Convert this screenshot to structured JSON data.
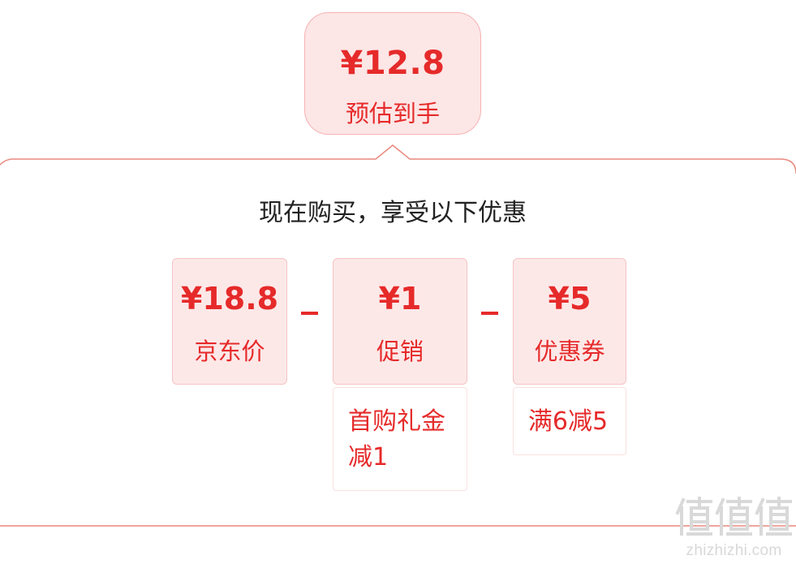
{
  "estimate": {
    "amount": "¥12.8",
    "label": "预估到手"
  },
  "headline": "现在购买，享受以下优惠",
  "breakdown": [
    {
      "amount": "¥18.8",
      "label": "京东价"
    },
    {
      "amount": "¥1",
      "label": "促销",
      "detail": "首购礼金减1"
    },
    {
      "amount": "¥5",
      "label": "优惠券",
      "detail": "满6减5"
    }
  ],
  "operators": [
    "–",
    "–"
  ],
  "watermark": {
    "logo_text": "值值值",
    "site": "zhizhizhi.com"
  },
  "colors": {
    "accent": "#e62a2a",
    "box_fill": "#fde8e8",
    "box_border": "#f6c4c4",
    "outline": "#e9897f",
    "headline": "#222222"
  }
}
